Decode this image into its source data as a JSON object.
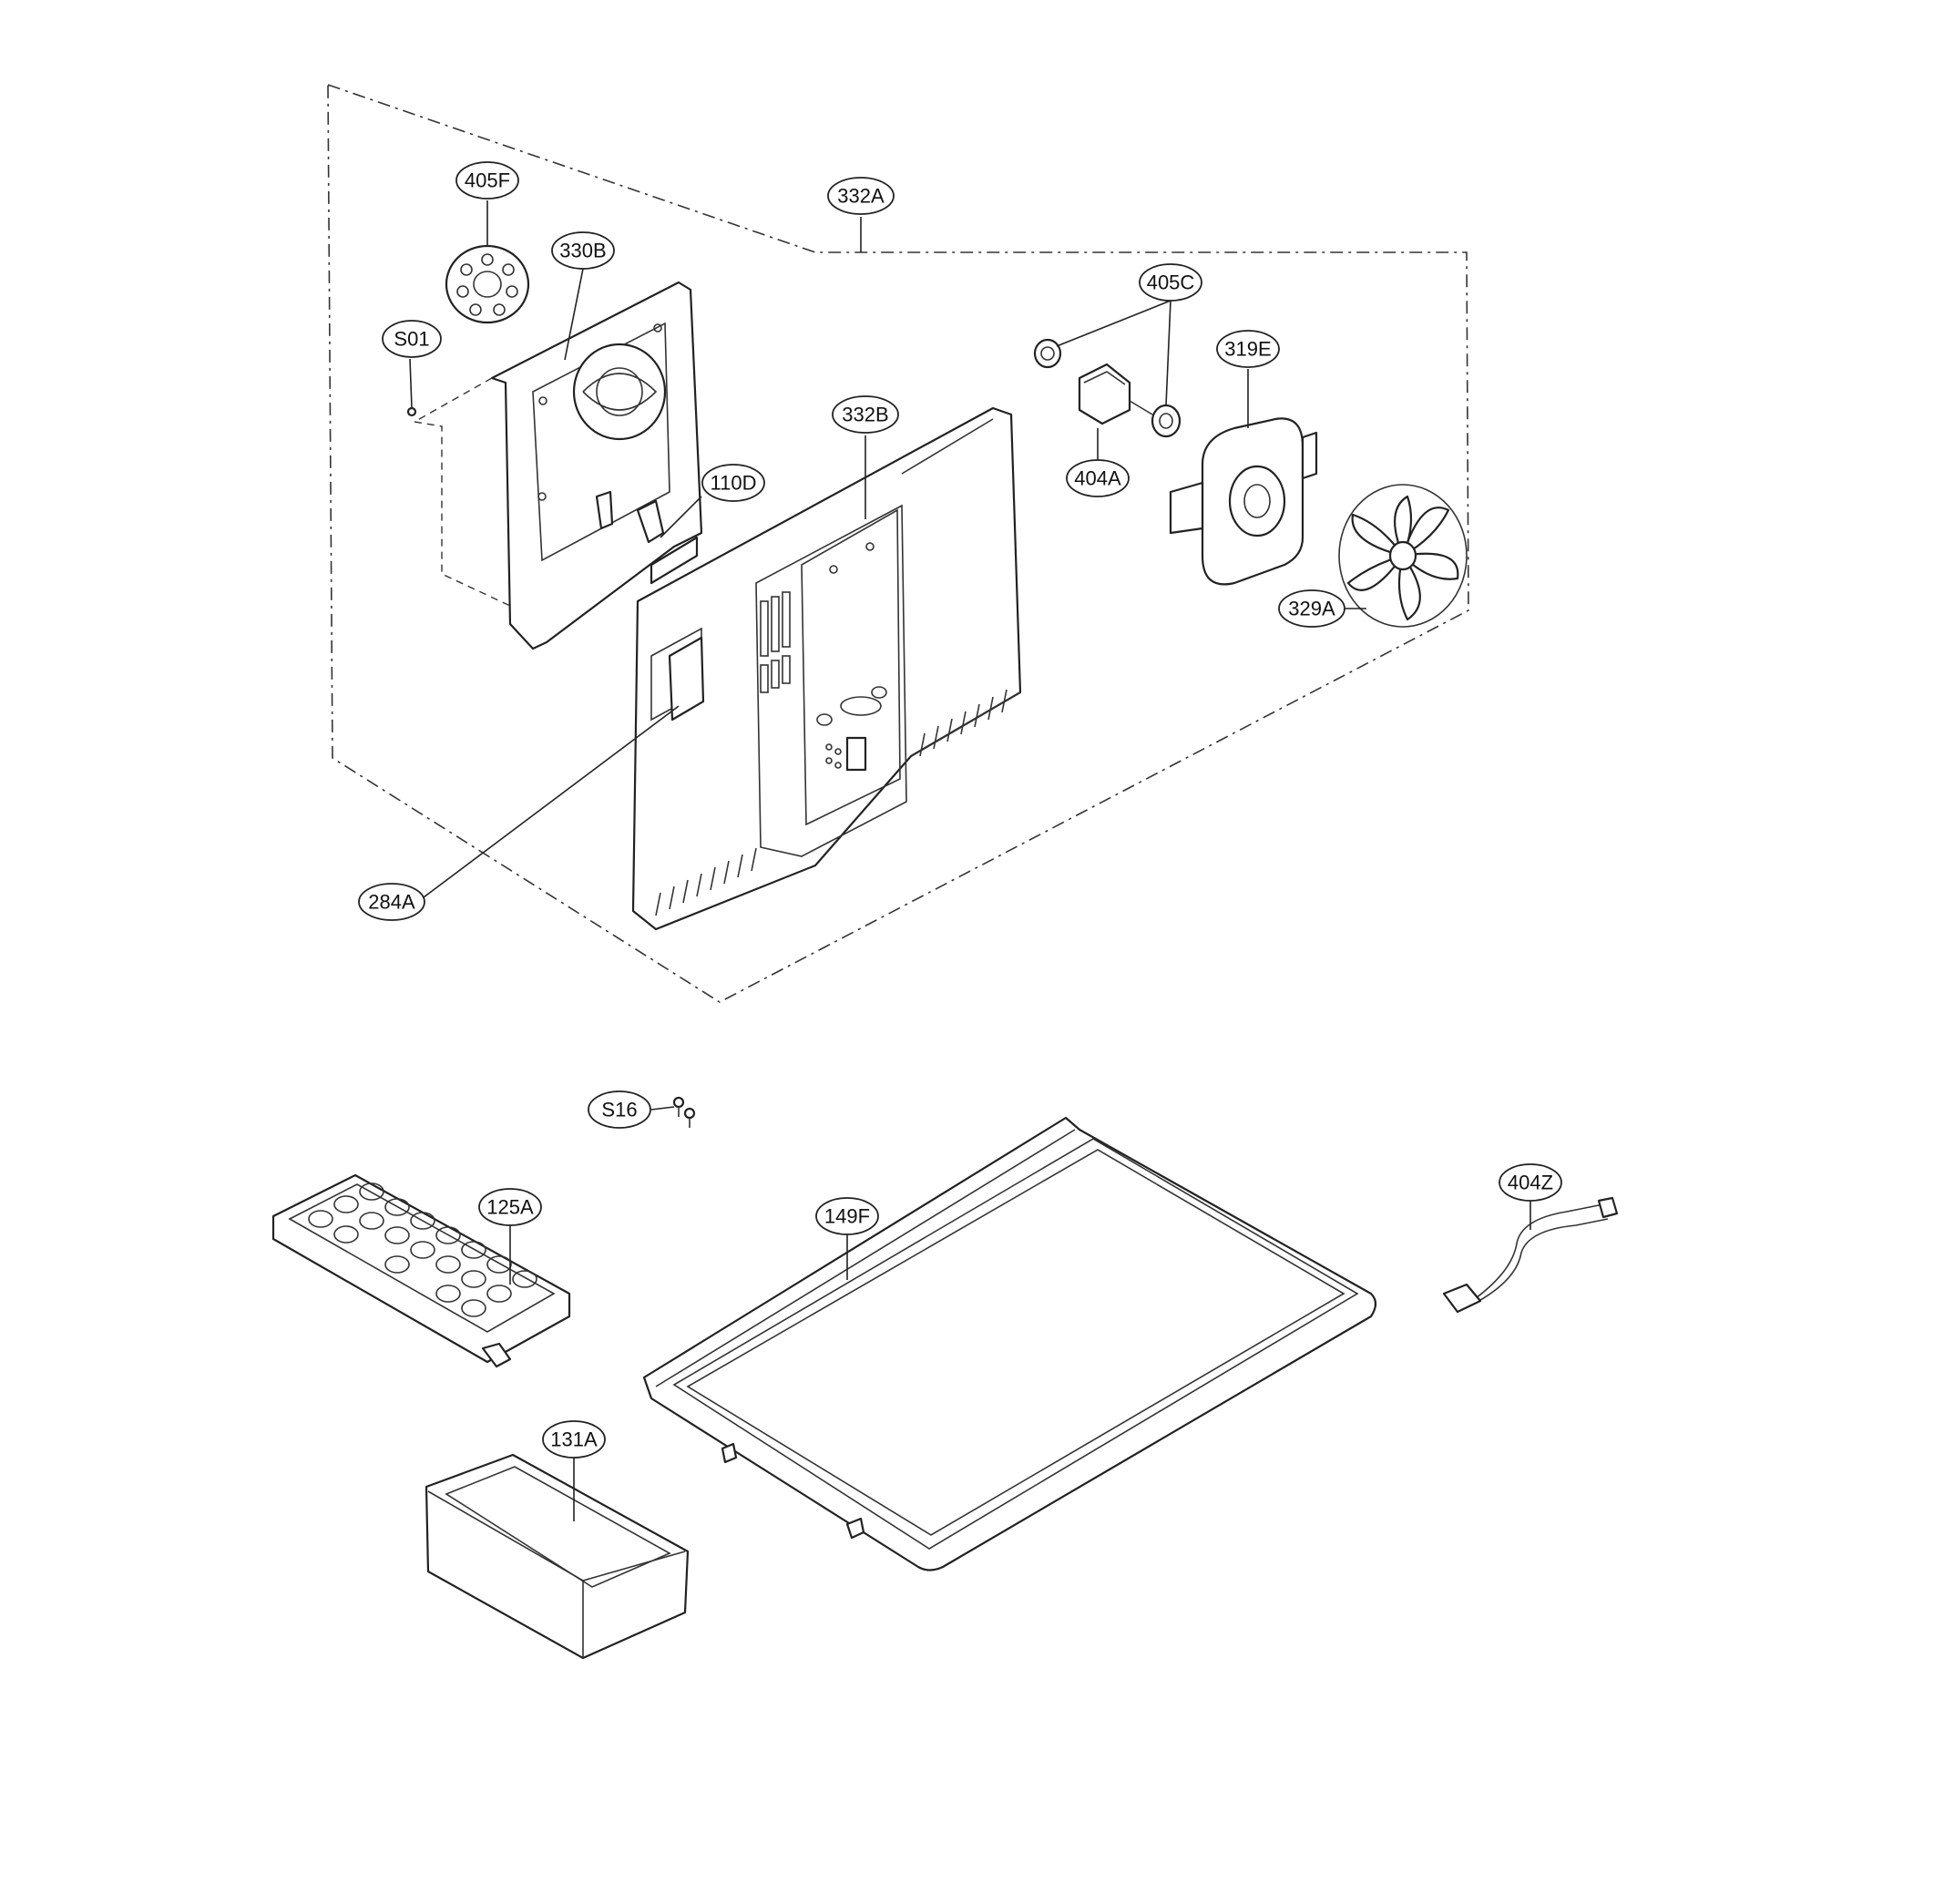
{
  "diagram": {
    "callouts": [
      {
        "id": "405F",
        "label": "405F"
      },
      {
        "id": "330B",
        "label": "330B"
      },
      {
        "id": "S01",
        "label": "S01"
      },
      {
        "id": "332A",
        "label": "332A"
      },
      {
        "id": "405C",
        "label": "405C"
      },
      {
        "id": "319E",
        "label": "319E"
      },
      {
        "id": "332B",
        "label": "332B"
      },
      {
        "id": "404A",
        "label": "404A"
      },
      {
        "id": "110D",
        "label": "110D"
      },
      {
        "id": "329A",
        "label": "329A"
      },
      {
        "id": "284A",
        "label": "284A"
      },
      {
        "id": "S16",
        "label": "S16"
      },
      {
        "id": "404Z",
        "label": "404Z"
      },
      {
        "id": "125A",
        "label": "125A"
      },
      {
        "id": "149F",
        "label": "149F"
      },
      {
        "id": "131A",
        "label": "131A"
      }
    ]
  }
}
